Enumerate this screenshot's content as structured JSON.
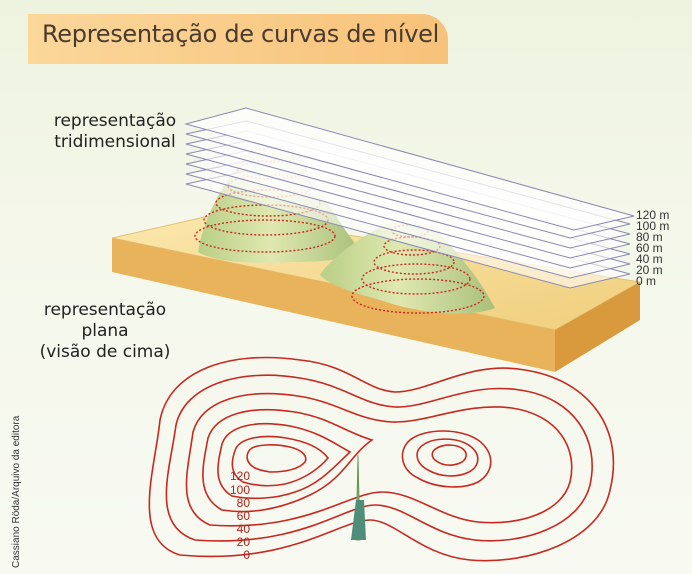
{
  "title": "Representação de curvas de nível",
  "labels": {
    "three_d_line1": "representação",
    "three_d_line2": "tridimensional",
    "plane_line1": "representação",
    "plane_line2": "plana",
    "plane_line3": "(visão de cima)"
  },
  "elevation_planes": [
    "120 m",
    "100 m",
    "80 m",
    "60 m",
    "40 m",
    "20 m",
    "0 m"
  ],
  "contour_values": [
    "120",
    "100",
    "80",
    "60",
    "40",
    "20",
    "0"
  ],
  "credit": "Cassiano Röda/Arquivo da editora",
  "colors": {
    "contour": "#c8281f",
    "title_band": "#f7c27a",
    "terrain": "#f3dd97"
  }
}
